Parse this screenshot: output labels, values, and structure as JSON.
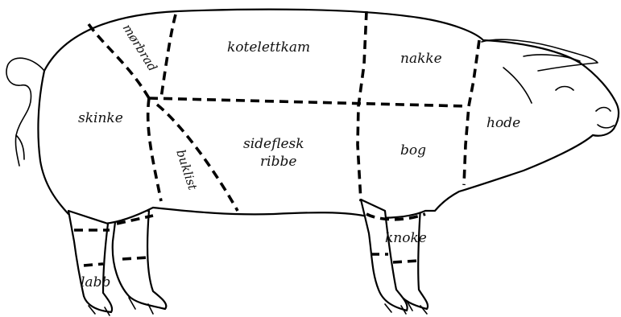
{
  "labels": {
    "morbrad": "mørbrad",
    "kotelettkam": "kotelettkam",
    "nakke": "nakke",
    "skinke": "skinke",
    "hode": "hode",
    "sideflesk": "sideflesk",
    "ribbe": "ribbe",
    "bog": "bog",
    "buklist": "buklist",
    "knoke": "knoke",
    "labb": "labb"
  }
}
